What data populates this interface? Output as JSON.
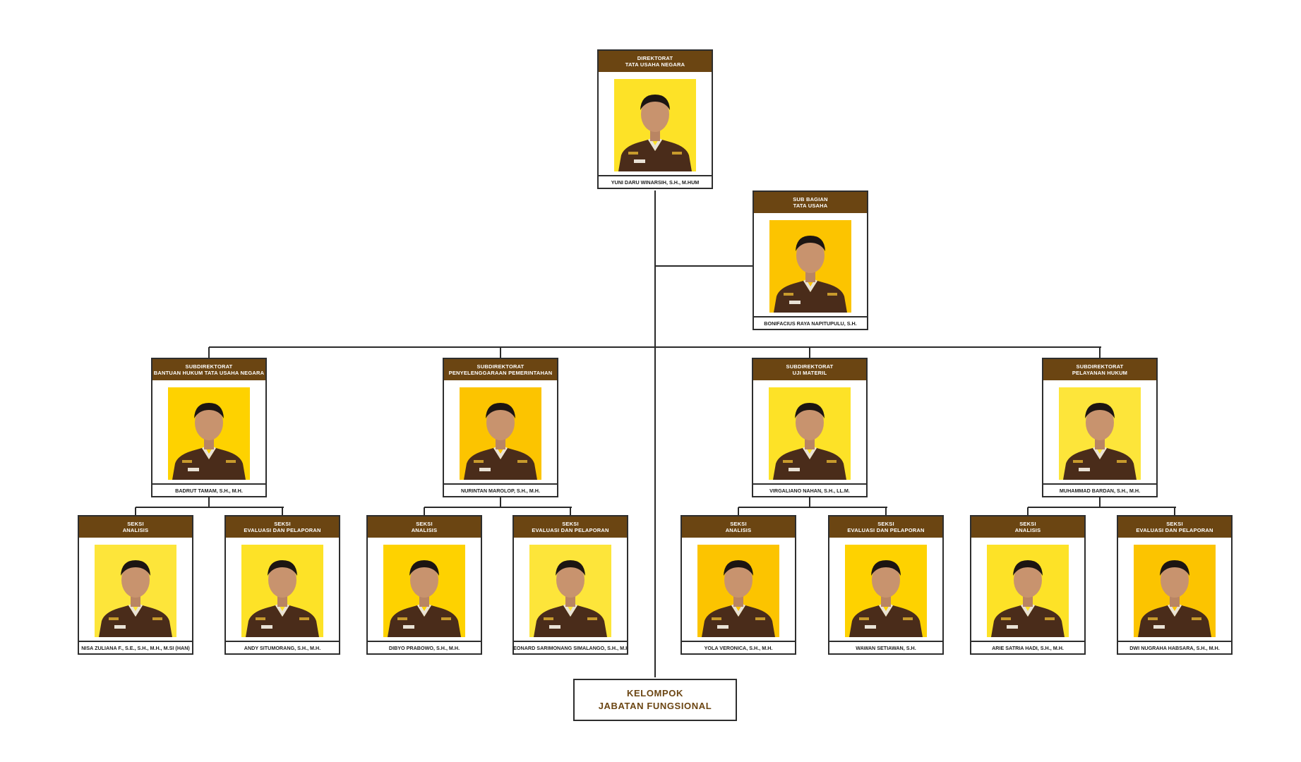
{
  "colors": {
    "header_bg": "#6b4512",
    "photo_bg": [
      "#fde227",
      "#fcc400",
      "#fed200",
      "#fde53a"
    ],
    "uniform": "#4a2c1a"
  },
  "icons": {
    "portrait": "person-silhouette-icon"
  },
  "director": {
    "title_lines": [
      "DIREKTORAT",
      "TATA USAHA NEGARA"
    ],
    "name": "YUNI DARU WINARSIH, S.H., M.Hum"
  },
  "sub_bagian": {
    "title_lines": [
      "SUB BAGIAN",
      "TATA USAHA"
    ],
    "name": "BONIFACIUS RAYA NAPITUPULU, S.H."
  },
  "subdirectorates": [
    {
      "title_lines": [
        "SUBDIREKTORAT",
        "BANTUAN HUKUM TATA USAHA NEGARA"
      ],
      "name": "BADRUT TAMAM, S.H., M.H.",
      "sections": [
        {
          "title_lines": [
            "SEKSI",
            "ANALISIS"
          ],
          "name": "NISA ZULIANA F., S.E., S.H., M.H., M.Si (Han)"
        },
        {
          "title_lines": [
            "SEKSI",
            "EVALUASI DAN PELAPORAN"
          ],
          "name": "ANDY SITUMORANG, S.H., M.H."
        }
      ]
    },
    {
      "title_lines": [
        "SUBDIREKTORAT",
        "PENYELENGGARAAN PEMERINTAHAN"
      ],
      "name": "NURINTAN MAROLOP, S.H., M.H.",
      "sections": [
        {
          "title_lines": [
            "SEKSI",
            "ANALISIS"
          ],
          "name": "DIBYO PRABOWO, S.H., M.H."
        },
        {
          "title_lines": [
            "SEKSI",
            "EVALUASI DAN PELAPORAN"
          ],
          "name": "LEONARD SARIMONANG SIMALANGO, S.H., M.H."
        }
      ]
    },
    {
      "title_lines": [
        "SUBDIREKTORAT",
        "UJI MATERIL"
      ],
      "name": "VIRGALIANO NAHAN, S.H., LL.M.",
      "sections": [
        {
          "title_lines": [
            "SEKSI",
            "ANALISIS"
          ],
          "name": "YOLA VERONICA, S.H., M.H."
        },
        {
          "title_lines": [
            "SEKSI",
            "EVALUASI DAN PELAPORAN"
          ],
          "name": "WAWAN SETIAWAN, S.H."
        }
      ]
    },
    {
      "title_lines": [
        "SUBDIREKTORAT",
        "PELAYANAN HUKUM"
      ],
      "name": "MUHAMMAD BARDAN, S.H., M.H.",
      "sections": [
        {
          "title_lines": [
            "SEKSI",
            "ANALISIS"
          ],
          "name": "ARIE SATRIA HADI, S.H., M.H."
        },
        {
          "title_lines": [
            "SEKSI",
            "EVALUASI DAN PELAPORAN"
          ],
          "name": "DWI NUGRAHA HABSARA, S.H., M.H."
        }
      ]
    }
  ],
  "functional_group": {
    "lines": [
      "KELOMPOK",
      "JABATAN FUNGSIONAL"
    ]
  }
}
